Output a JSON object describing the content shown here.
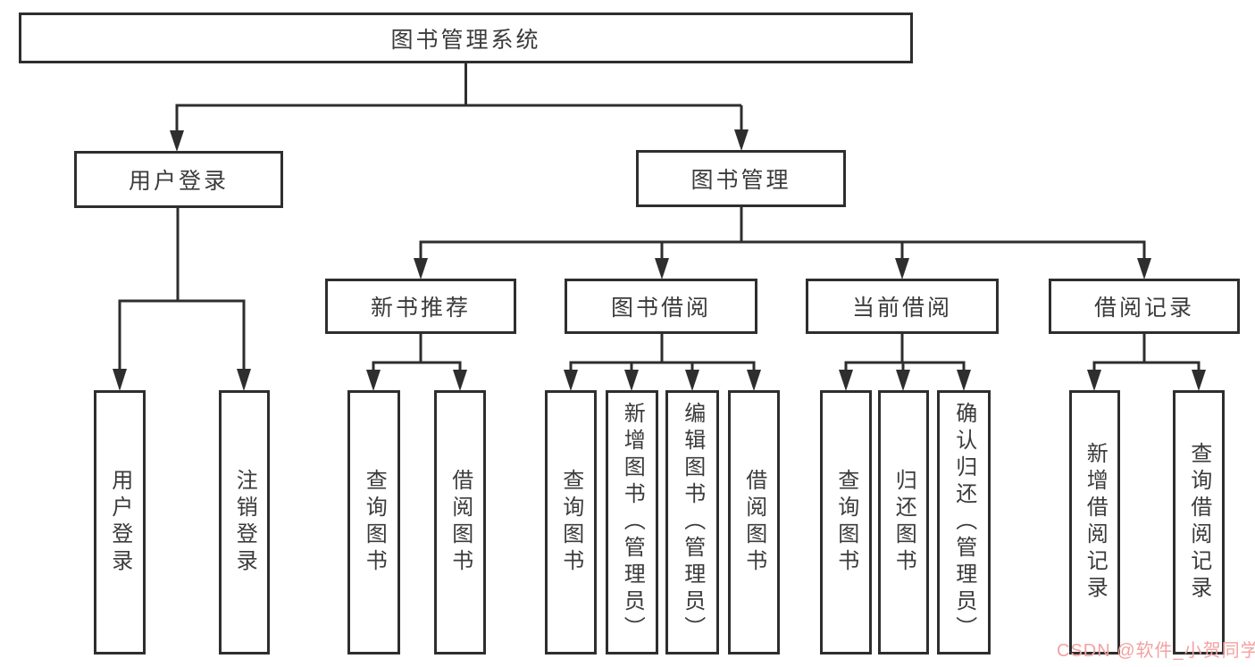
{
  "colors": {
    "line": "#2e2e2e",
    "box_border": "#2e2e2e",
    "text": "#3b3b3b",
    "watermark": "#f2a2a2",
    "background": "#ffffff"
  },
  "watermark": {
    "text": "CSDN @软件_小贺同学"
  },
  "tree": {
    "label": "图书管理系统",
    "children": [
      {
        "label": "用户登录",
        "children": [
          {
            "label": "用户登录"
          },
          {
            "label": "注销登录"
          }
        ]
      },
      {
        "label": "图书管理",
        "children": [
          {
            "label": "新书推荐",
            "children": [
              {
                "label": "查询图书"
              },
              {
                "label": "借阅图书"
              }
            ]
          },
          {
            "label": "图书借阅",
            "children": [
              {
                "label": "查询图书"
              },
              {
                "label": "新增图书（管理员）"
              },
              {
                "label": "编辑图书（管理员）"
              },
              {
                "label": "借阅图书"
              }
            ]
          },
          {
            "label": "当前借阅",
            "children": [
              {
                "label": "查询图书"
              },
              {
                "label": "归还图书"
              },
              {
                "label": "确认归还（管理员）"
              }
            ]
          },
          {
            "label": "借阅记录",
            "children": [
              {
                "label": "新增借阅记录"
              },
              {
                "label": "查询借阅记录"
              }
            ]
          }
        ]
      }
    ]
  }
}
